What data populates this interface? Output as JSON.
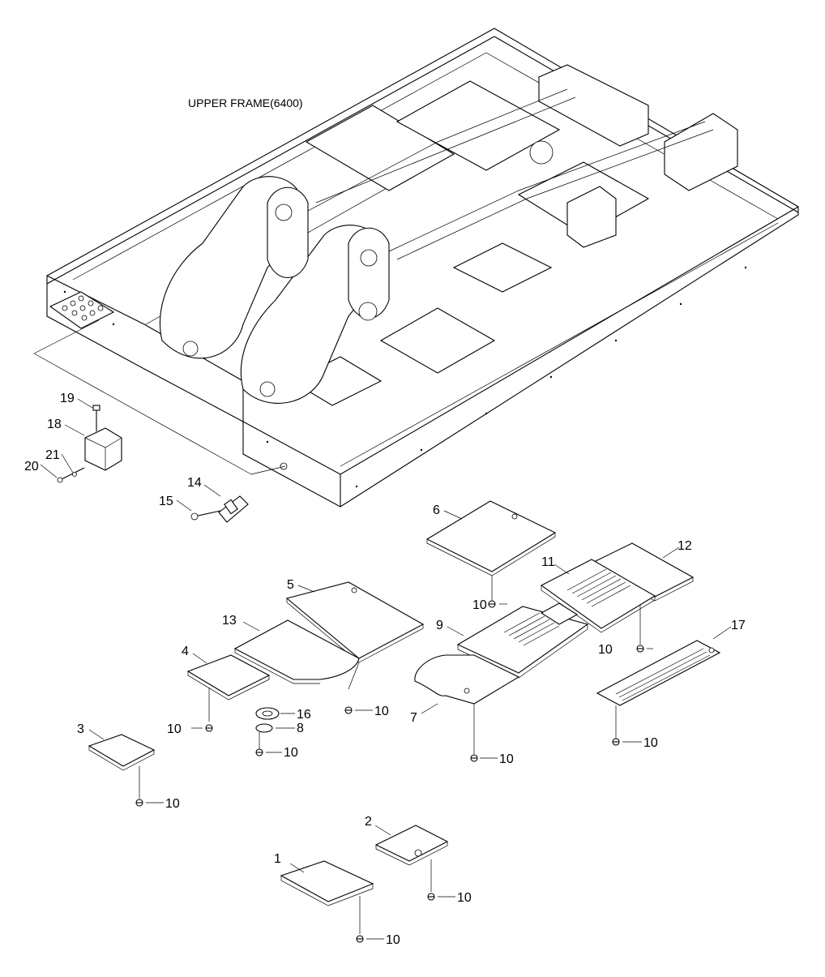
{
  "title": "UPPER FRAME(6400)",
  "parts": [
    {
      "number": "1"
    },
    {
      "number": "2"
    },
    {
      "number": "3"
    },
    {
      "number": "4"
    },
    {
      "number": "5"
    },
    {
      "number": "6"
    },
    {
      "number": "7"
    },
    {
      "number": "8"
    },
    {
      "number": "9"
    },
    {
      "number": "10"
    },
    {
      "number": "11"
    },
    {
      "number": "12"
    },
    {
      "number": "13"
    },
    {
      "number": "14"
    },
    {
      "number": "15"
    },
    {
      "number": "16"
    },
    {
      "number": "17"
    },
    {
      "number": "18"
    },
    {
      "number": "19"
    },
    {
      "number": "20"
    },
    {
      "number": "21"
    }
  ]
}
